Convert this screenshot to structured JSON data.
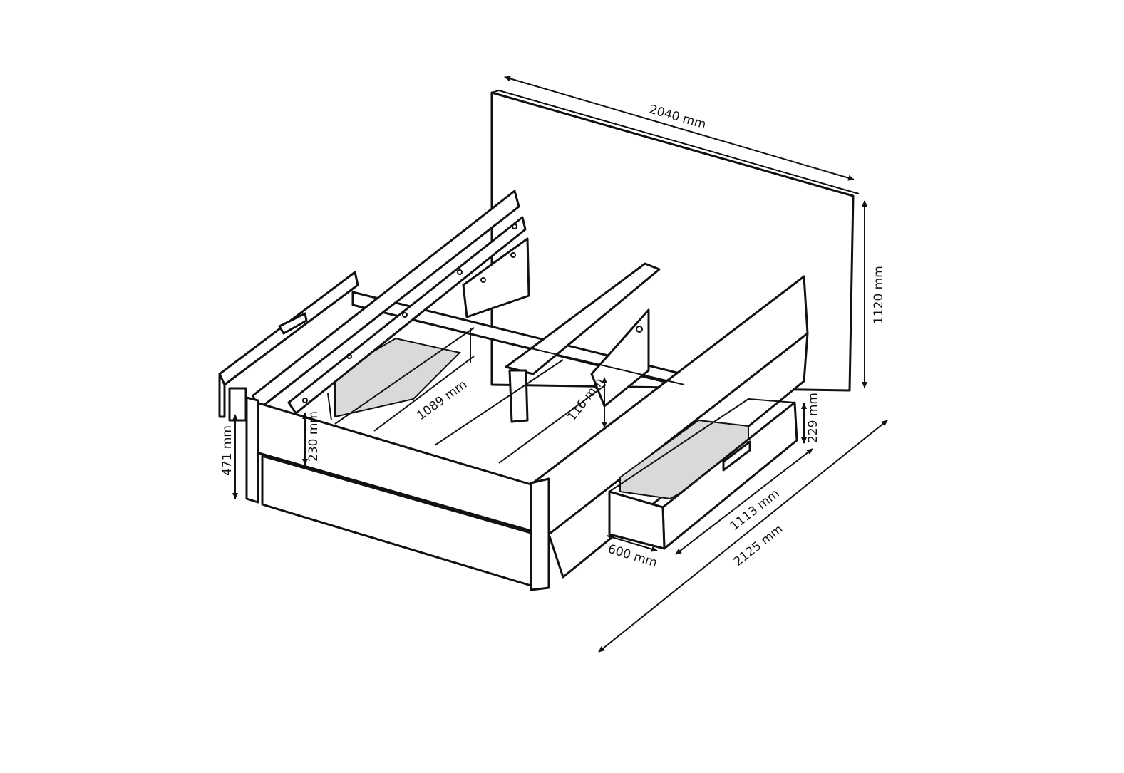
{
  "dimensions": {
    "headboard_width": "2040 mm",
    "headboard_height": "1120 mm",
    "bed_height": "471 mm",
    "frame_height": "230 mm",
    "slat_span": "1089 mm",
    "support_height": "116 mm",
    "drawer_height": "229 mm",
    "drawer_length": "1113 mm",
    "drawer_depth": "600 mm",
    "bed_length": "2125 mm"
  },
  "colors": {
    "line": "#111111",
    "fill": "#ffffff",
    "drawer_bottom": "#d9d9d9"
  }
}
